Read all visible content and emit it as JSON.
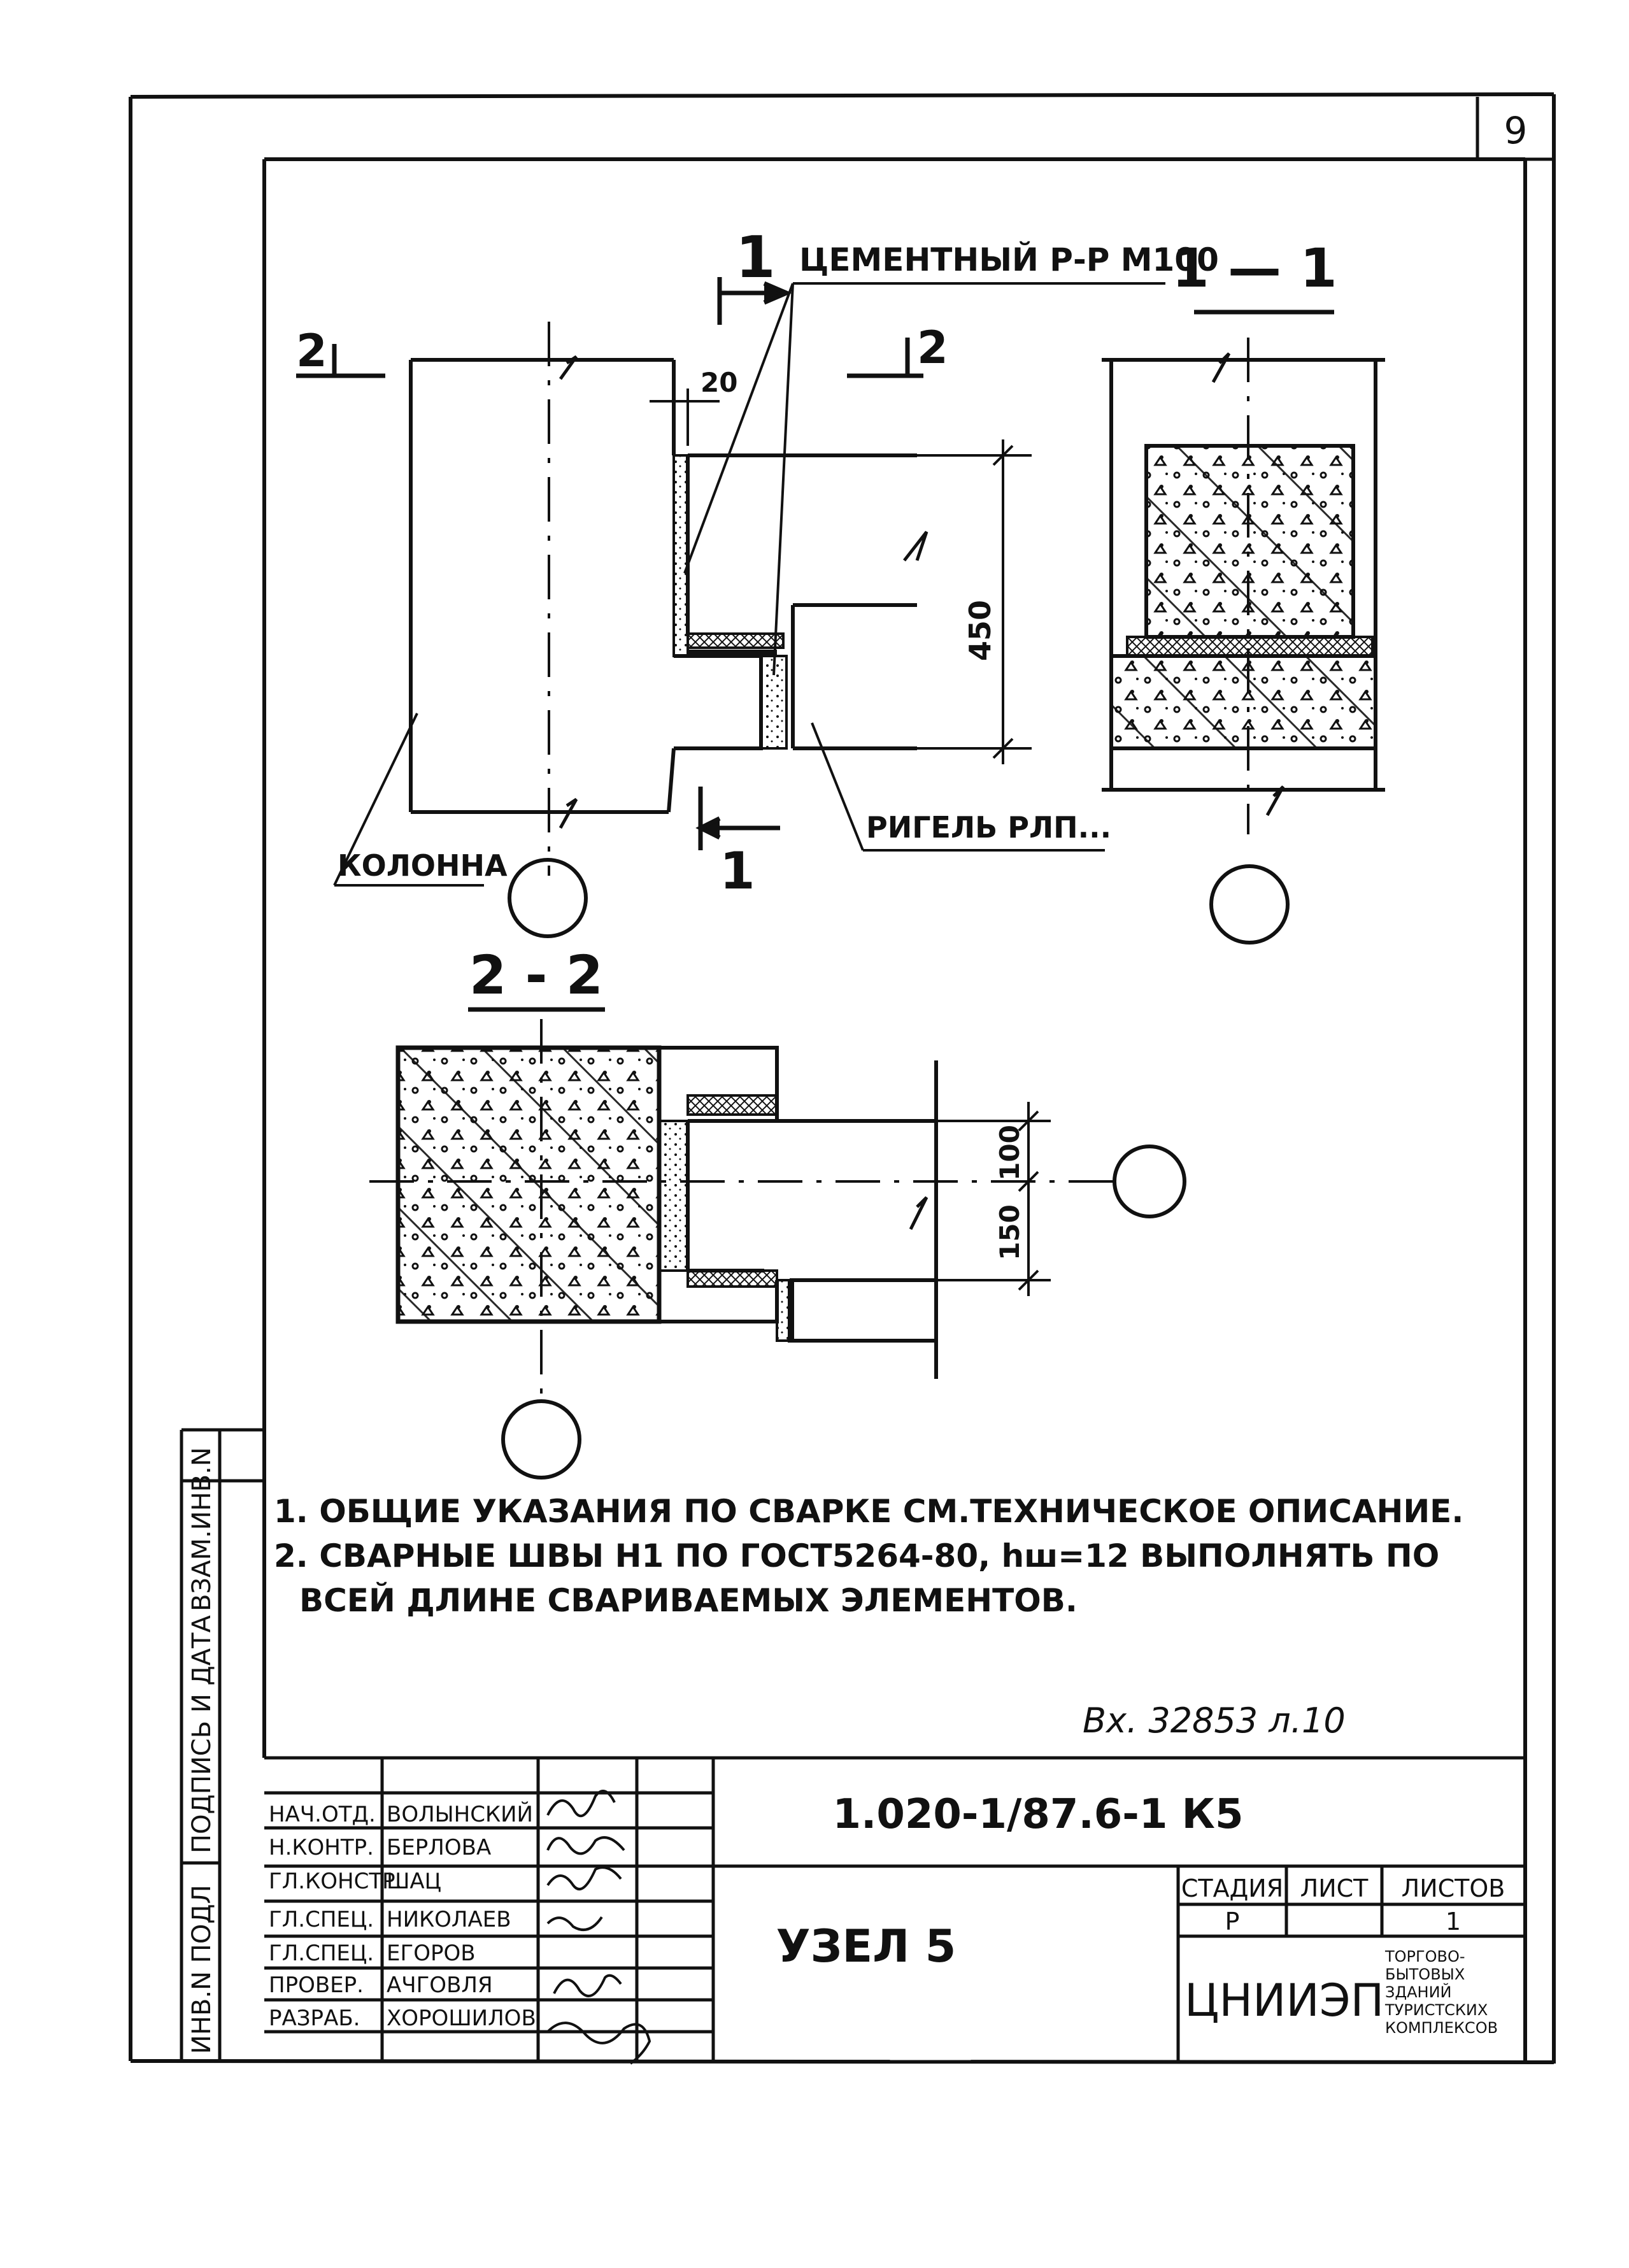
{
  "sheet_number": "9",
  "callouts": {
    "cement_mortar": "ЦЕМЕНТНЫЙ Р-Р М100",
    "column": "КОЛОННА",
    "beam": "РИГЕЛЬ РЛП..."
  },
  "section_marks": {
    "s1_top": "1",
    "s1_bottom": "1",
    "s2_left": "2",
    "s2_right": "2"
  },
  "section_titles": {
    "s11": "1 — 1",
    "s22": "2 - 2"
  },
  "dimensions": {
    "gap": "20",
    "height": "450",
    "d100": "100",
    "d150": "150"
  },
  "notes": [
    "1. ОБЩИЕ УКАЗАНИЯ ПО СВАРКЕ СМ.ТЕХНИЧЕСКОЕ ОПИСАНИЕ.",
    "2. СВАРНЫЕ ШВЫ Н1 ПО ГОСТ5264-80, hш=12 ВЫПОЛНЯТЬ ПО",
    "ВСЕЙ ДЛИНЕ СВАРИВАЕМЫХ ЭЛЕМЕНТОВ."
  ],
  "registration": "Вх. 32853 л.10",
  "side_stamp": {
    "col1": "ИНВ.N ПОДЛ",
    "col2": "ПОДПИСЬ И ДАТА",
    "col3": "ВЗАМ.ИНВ.N"
  },
  "title_block": {
    "doc_code": "1.020-1/87.6-1 К5",
    "title": "УЗЕЛ 5",
    "stage_header": "СТАДИЯ",
    "sheet_header": "ЛИСТ",
    "sheets_header": "ЛИСТОВ",
    "stage": "Р",
    "sheets": "1",
    "org": "ЦНИИЭП",
    "org_sub": [
      "ТОРГОВО-",
      "БЫТОВЫХ",
      "ЗДАНИЙ",
      "ТУРИСТСКИХ",
      "КОМПЛЕКСОВ"
    ],
    "roles": [
      {
        "role": "НАЧ.ОТД.",
        "name": "ВОЛЫНСКИЙ"
      },
      {
        "role": "Н.КОНТР.",
        "name": "БЕРЛОВА"
      },
      {
        "role": "ГЛ.КОНСТР.",
        "name": "ШАЦ"
      },
      {
        "role": "ГЛ.СПЕЦ.",
        "name": "НИКОЛАЕВ"
      },
      {
        "role": "ГЛ.СПЕЦ.",
        "name": "ЕГОРОВ"
      },
      {
        "role": "ПРОВЕР.",
        "name": "АЧГОВЛЯ"
      },
      {
        "role": "РАЗРАБ.",
        "name": "ХОРОШИЛОВ"
      }
    ]
  }
}
